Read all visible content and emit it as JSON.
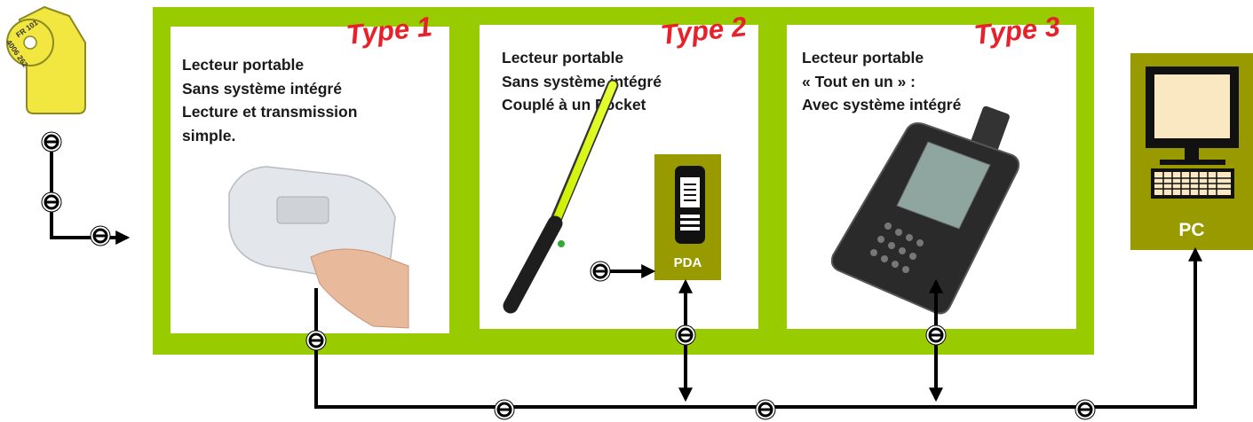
{
  "tag": {
    "line1": "FR 101",
    "line2": "4006 262"
  },
  "panels": [
    {
      "type_label": "Type 1",
      "lines": [
        "Lecteur portable",
        "Sans système intégré",
        "Lecture  et  transmission",
        "simple."
      ]
    },
    {
      "type_label": "Type 2",
      "lines": [
        "Lecteur portable",
        "Sans système intégré",
        "Couplé à un Pocket"
      ]
    },
    {
      "type_label": "Type 3",
      "lines": [
        "Lecteur portable",
        "« Tout en un » :",
        "Avec système intégré"
      ]
    }
  ],
  "devices": {
    "pda_label": "PDA",
    "pc_label": "PC"
  },
  "colors": {
    "band": "#99cc00",
    "device_box": "#999900",
    "type_label": "#e8202a",
    "tag": "#f2e640"
  },
  "icons": [
    "ear-tag-icon",
    "handheld-reader-icon",
    "wand-reader-icon",
    "pda-icon",
    "rugged-terminal-icon",
    "pc-icon",
    "connector-icon"
  ]
}
